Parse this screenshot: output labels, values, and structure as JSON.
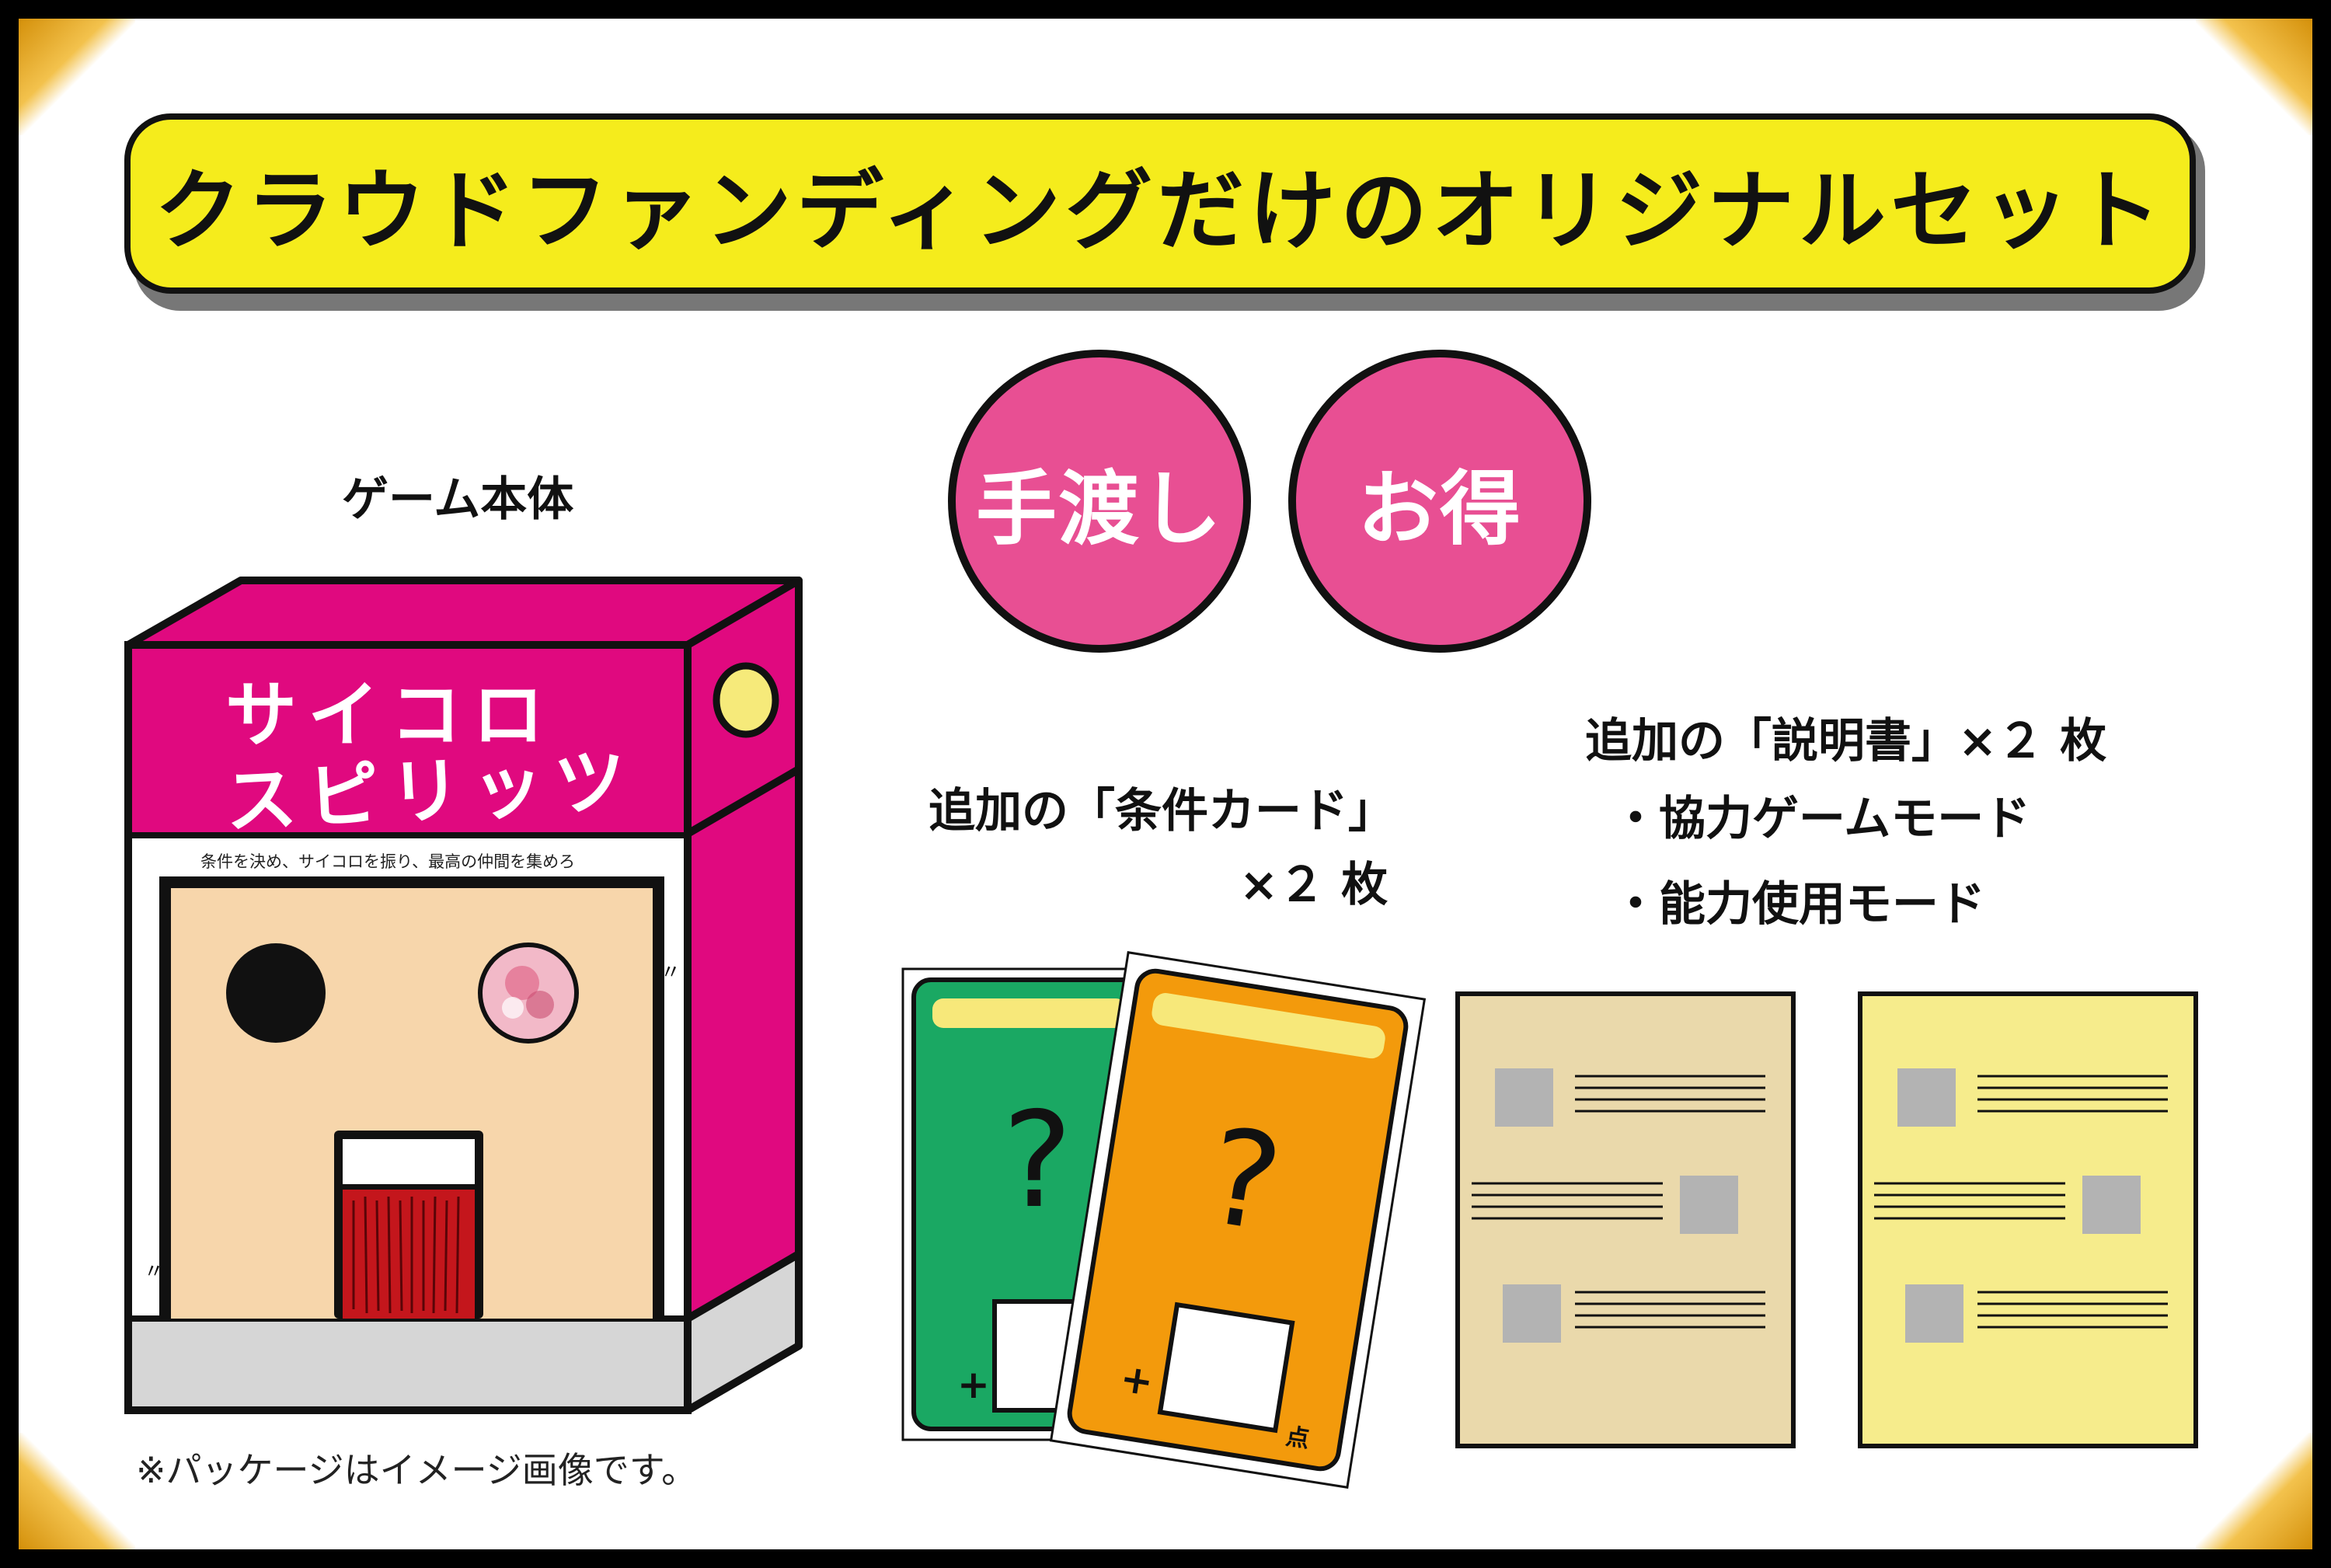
{
  "title": "クラウドファンディングだけのオリジナルセット",
  "badges": [
    "手渡し",
    "お得"
  ],
  "game": {
    "label": "ゲーム本体",
    "box_title_line1": "サイコロ",
    "box_title_line2": "スピリッツ",
    "box_subtitle": "条件を決め、サイコロを振り、最高の仲間を集めろ",
    "note": "※パッケージはイメージ画像です。"
  },
  "cards": {
    "label_line1": "追加の「条件カード」",
    "label_line2": "×２ 枚",
    "question_mark": "?",
    "plus": "+",
    "unit": "点"
  },
  "manual": {
    "label": "追加の「説明書」×２ 枚",
    "bullets": [
      "・協力ゲームモード",
      "・能力使用モード"
    ]
  },
  "colors": {
    "banner_yellow": "#f5ec1c",
    "badge_pink": "#e84f93",
    "box_magenta": "#e0097f",
    "box_face": "#f7d6ab",
    "card_green": "#1aa863",
    "card_orange": "#f39a0c",
    "doc_tan": "#ead9ab",
    "doc_yellow": "#f6ec8c"
  }
}
